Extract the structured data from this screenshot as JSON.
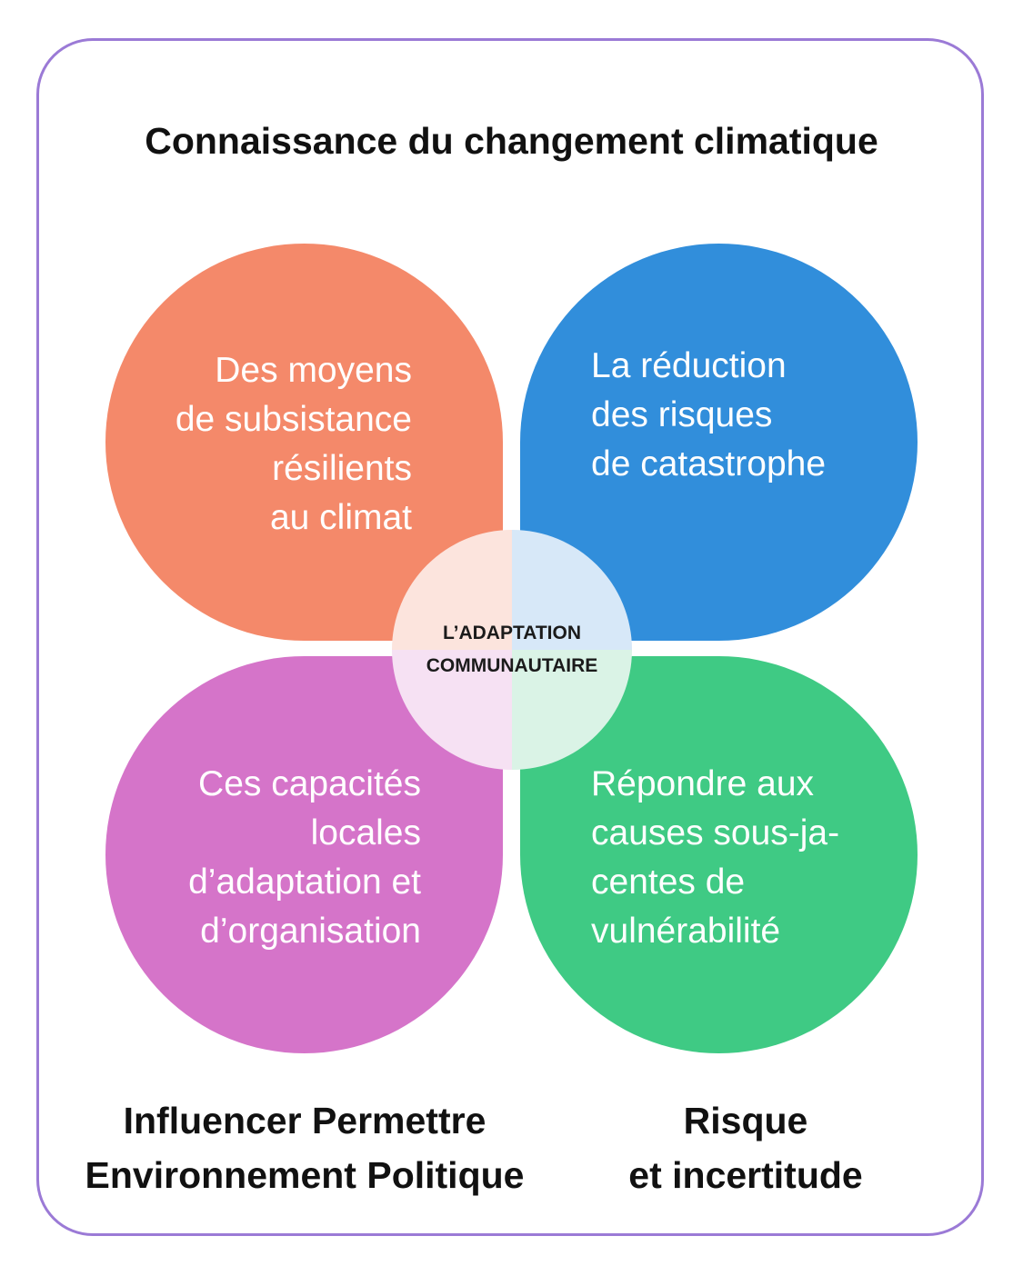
{
  "title": "Connaissance du changement climatique",
  "center": {
    "line1": "L’ADAPTATION",
    "line2": "COMMUNAUTAIRE"
  },
  "petals": {
    "top_left": {
      "text": "Des moyens\nde subsistance\nrésilients\nau climat",
      "color": "#f4896a",
      "center_tint": "#fce4dd"
    },
    "top_right": {
      "text": "La réduction\ndes risques\nde catastrophe",
      "color": "#318edb",
      "center_tint": "#d7e8f8"
    },
    "bottom_left": {
      "text": "Ces capacités\nlocales\nd’adaptation et\nd’organisation",
      "color": "#d574c9",
      "center_tint": "#f6e1f3"
    },
    "bottom_right": {
      "text": "Répondre aux\ncauses sous-ja-\ncentes de\nvulnérabilité",
      "color": "#3fca84",
      "center_tint": "#daf3e6"
    }
  },
  "bottom_labels": {
    "left": {
      "line1": "Influencer Permettre",
      "line2": "Environnement Politique"
    },
    "right": {
      "line1": "Risque",
      "line2": "et incertitude"
    }
  },
  "frame_color": "#9b7ad6"
}
